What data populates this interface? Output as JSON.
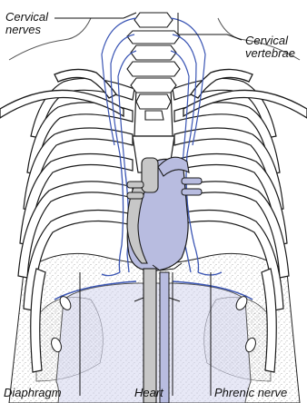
{
  "labels": {
    "cervical_nerves_line1": "Cervical",
    "cervical_nerves_line2": "nerves",
    "cervical_vertebrae_line1": "Cervical",
    "cervical_vertebrae_line2": "vertebrae",
    "diaphragm": "Diaphragm",
    "heart": "Heart",
    "phrenic_nerve": "Phrenic nerve"
  },
  "colors": {
    "outline": "#1a1a1a",
    "organ_fill": "#b8bce0",
    "vessel_fill": "#c7c7c7",
    "nerve": "#3a55b4",
    "diaphragm_stipple": "#8a8a8a"
  }
}
